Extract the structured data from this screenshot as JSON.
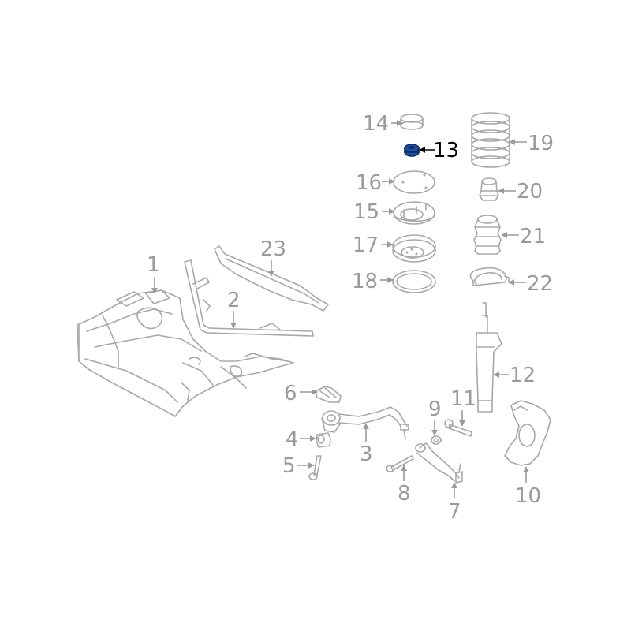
{
  "diagram": {
    "highlight_color": "#1f4fa0",
    "callout_color": "#9a9a9a",
    "active_callout_color": "#000000",
    "highlighted_part": "13",
    "callouts": {
      "c1": "1",
      "c2": "2",
      "c3": "3",
      "c4": "4",
      "c5": "5",
      "c6": "6",
      "c7": "7",
      "c8": "8",
      "c9": "9",
      "c10": "10",
      "c11": "11",
      "c12": "12",
      "c13": "13",
      "c14": "14",
      "c15": "15",
      "c16": "16",
      "c17": "17",
      "c18": "18",
      "c19": "19",
      "c20": "20",
      "c21": "21",
      "c22": "22",
      "c23": "23"
    }
  }
}
